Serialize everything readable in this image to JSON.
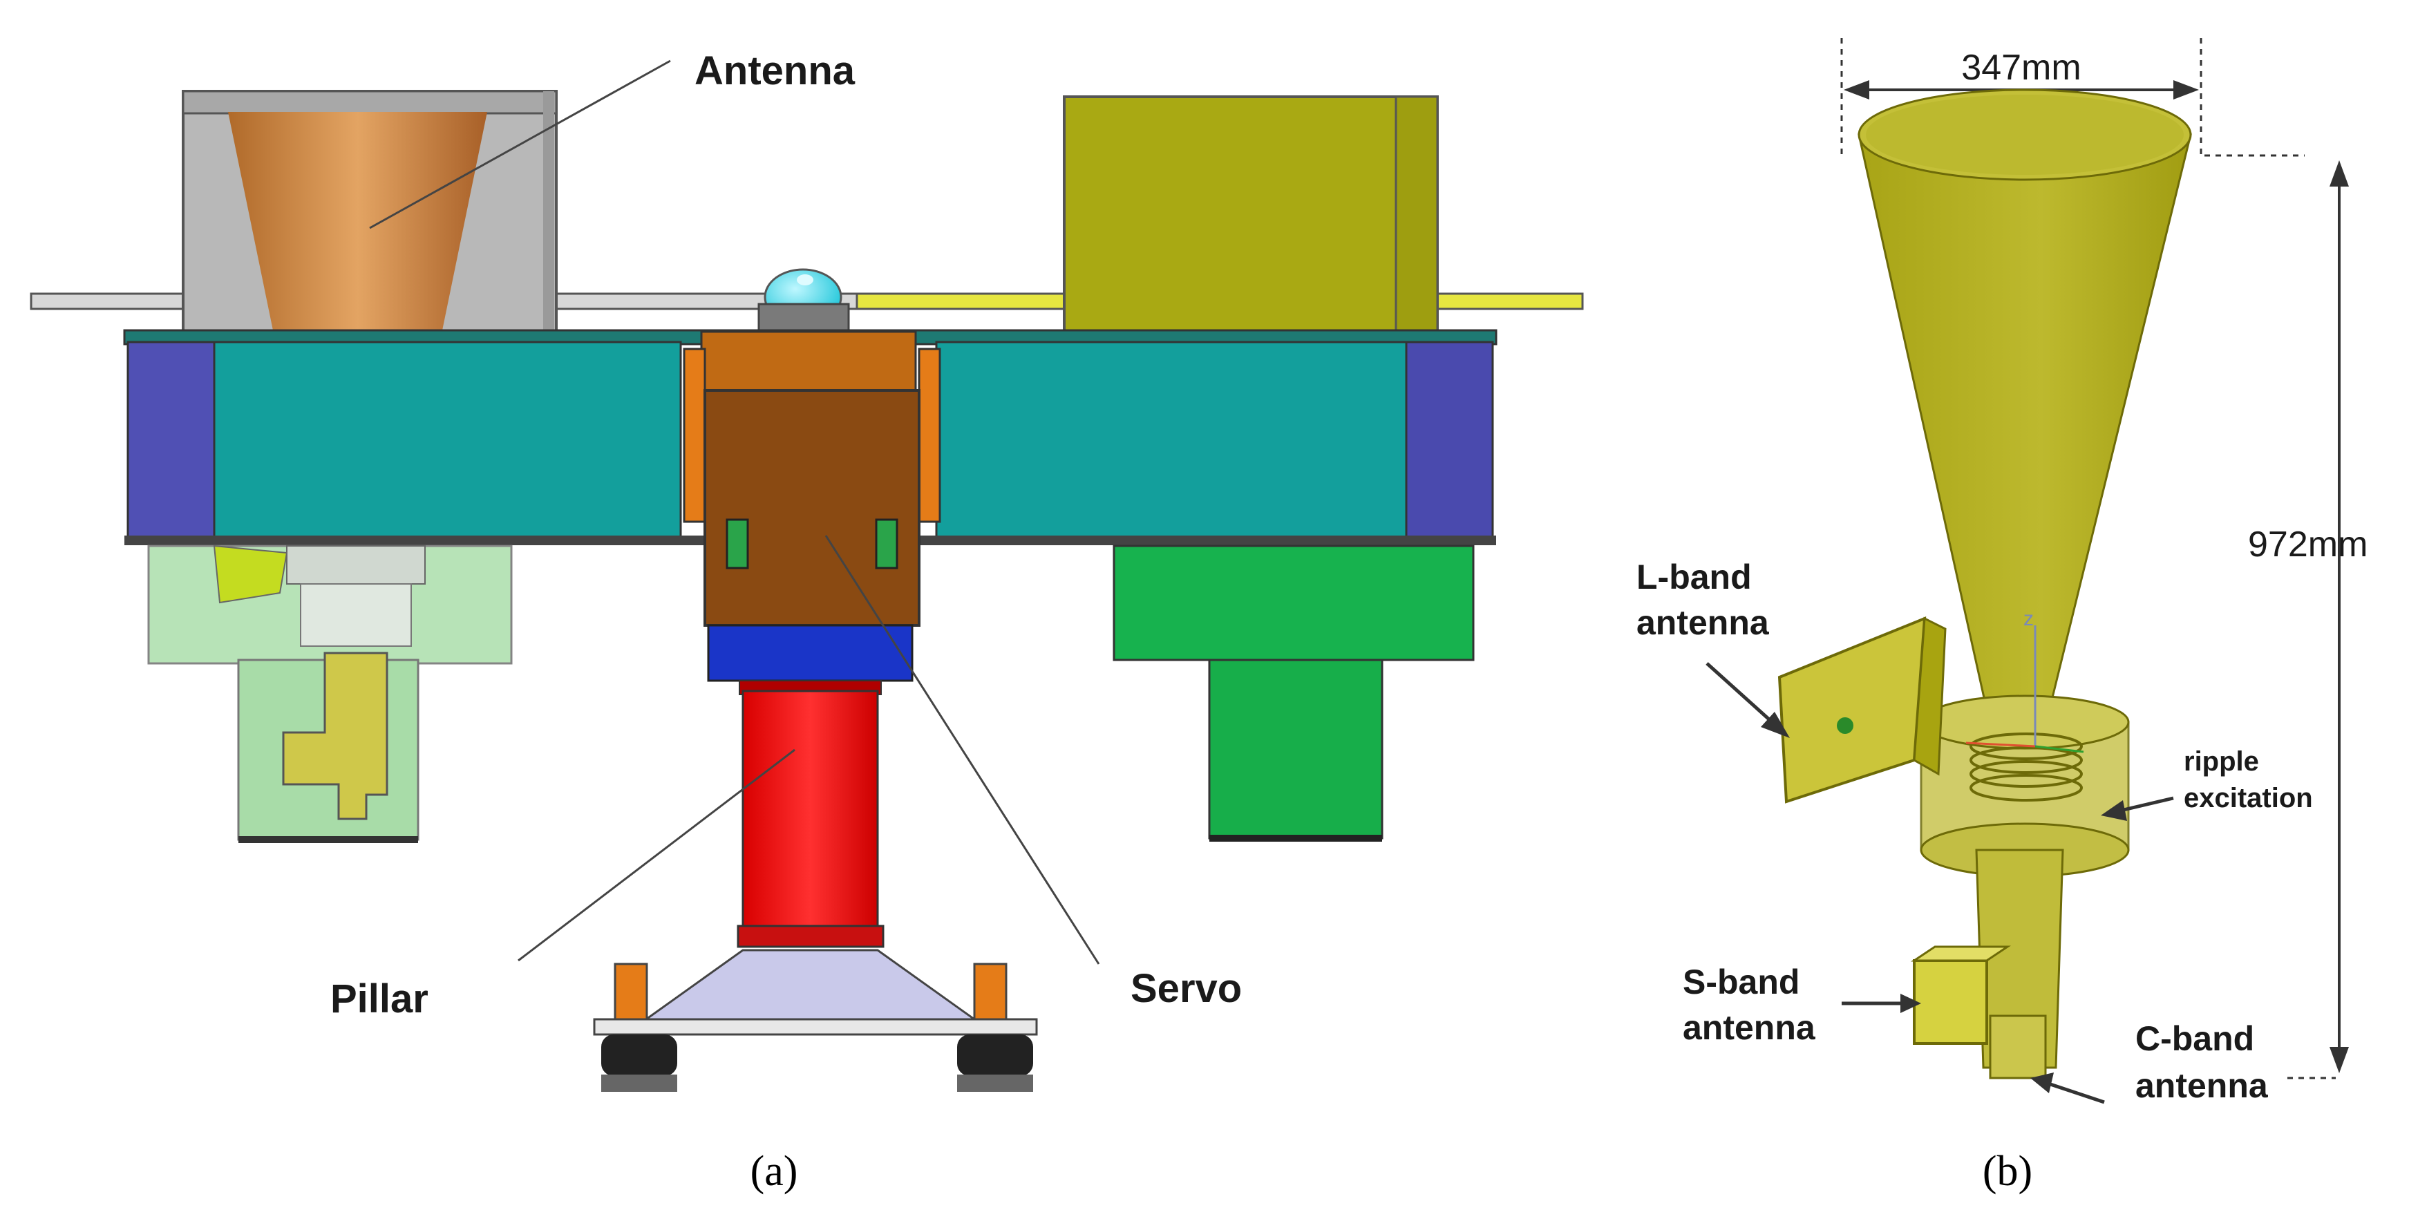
{
  "panel_a": {
    "caption": "(a)",
    "labels": {
      "antenna": "Antenna",
      "pillar": "Pillar",
      "servo": "Servo"
    }
  },
  "panel_b": {
    "caption": "(b)",
    "dimensions": {
      "width": "347mm",
      "height": "972mm"
    },
    "labels": {
      "l_band_line1": "L-band",
      "l_band_line2": "antenna",
      "ripple_line1": "ripple",
      "ripple_line2": "excitation",
      "s_band_line1": "S-band",
      "s_band_line2": "antenna",
      "c_band_line1": "C-band",
      "c_band_line2": "antenna",
      "axis_z": "z"
    }
  },
  "colors": {
    "platform_teal": "#139f9c",
    "platform_purple": "#4f4fb0",
    "servo_brown": "#8a4a12",
    "servo_orange": "#e57c18",
    "servo_base_blue": "#1a35c8",
    "pillar_red": "#ff1a1a",
    "box_olive": "#a8a818",
    "mount_green": "#1fb24e",
    "horn_olive": "#b4b41c"
  }
}
